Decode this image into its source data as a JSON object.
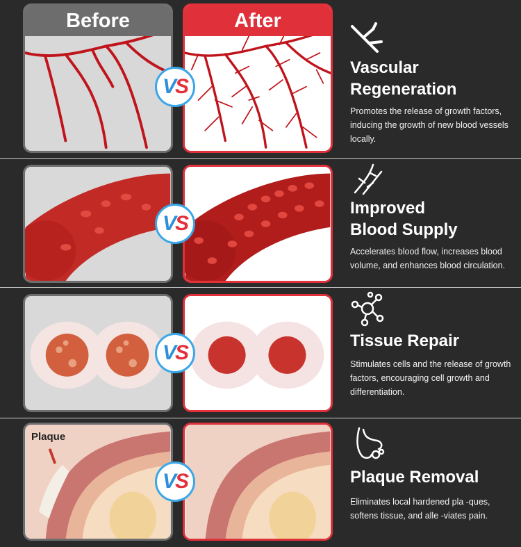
{
  "header": {
    "before_label": "Before",
    "after_label": "After"
  },
  "vs_label": {
    "v": "V",
    "s": "S"
  },
  "colors": {
    "accent_red": "#e0303a",
    "before_gray": "#6d6d6d",
    "vs_blue": "#3aa7e8",
    "background": "#2a2a2a"
  },
  "sections": [
    {
      "icon": "vessel-branch-icon",
      "title_line1": "Vascular",
      "title_line2": "Regeneration",
      "description": "Promotes the release of growth factors, inducing the growth of new blood vessels locally."
    },
    {
      "icon": "blood-flow-icon",
      "title_line1": "Improved",
      "title_line2": "Blood Supply",
      "description": "Accelerates blood flow, increases blood volume, and enhances blood circulation."
    },
    {
      "icon": "cell-network-icon",
      "title_line1": "Tissue Repair",
      "title_line2": "",
      "description": "Stimulates cells and the release of growth factors, encouraging cell growth and differentiation."
    },
    {
      "icon": "foot-icon",
      "title_line1": "Plaque Removal",
      "title_line2": "",
      "description": "Eliminates local hardened pla -ques, softens tissue, and alle -viates pain."
    }
  ],
  "plaque_label": "Plaque"
}
